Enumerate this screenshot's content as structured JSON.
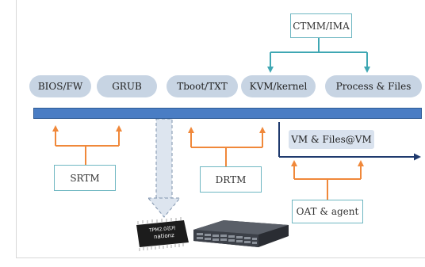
{
  "top_box": {
    "label": "CTMM/IMA"
  },
  "stages": [
    {
      "id": "bios",
      "label": "BIOS/FW"
    },
    {
      "id": "grub",
      "label": "GRUB"
    },
    {
      "id": "tboot",
      "label": "Tboot/TXT"
    },
    {
      "id": "kvm",
      "label": "KVM/kernel"
    },
    {
      "id": "process",
      "label": "Process & Files"
    }
  ],
  "vm_box": {
    "label": "VM & Files@VM"
  },
  "srtm": {
    "label": "SRTM"
  },
  "drtm": {
    "label": "DRTM"
  },
  "oat": {
    "label": "OAT & agent"
  },
  "tpm_chip": {
    "line1": "TPM2.0芯片",
    "line2": "nationz"
  },
  "colors": {
    "pill": "#c7d4e3",
    "bar": "#4a7dc4",
    "orange_arrow": "#f0883a",
    "teal_arrow": "#3fa7b3",
    "navy_arrow": "#1f3a6e",
    "box_border": "#6fb7c2"
  }
}
